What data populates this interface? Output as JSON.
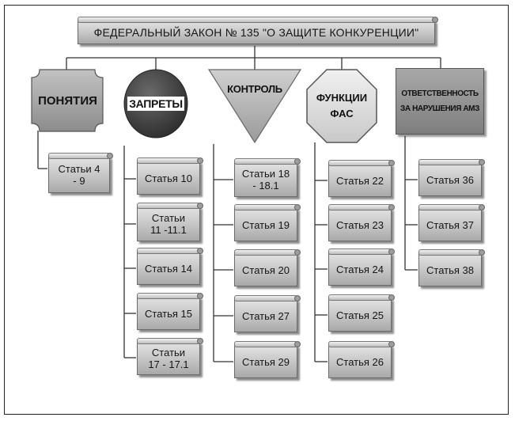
{
  "title": "ФЕДЕРАЛЬНЫЙ ЗАКОН № 135 \"О ЗАЩИТЕ КОНКУРЕНЦИИ\"",
  "categories": [
    {
      "label": "ПОНЯТИЯ",
      "shape": "octagon-notched",
      "articles": [
        "Статьи 4 - 9"
      ]
    },
    {
      "label": "ЗАПРЕТЫ",
      "shape": "circle",
      "articles": [
        "Статья 10",
        "Статьи 11 -11.1",
        "Статья 14",
        "Статья 15",
        "Статьи 17 - 17.1"
      ]
    },
    {
      "label": "КОНТРОЛЬ",
      "shape": "triangle-down",
      "articles": [
        "Статьи 18 - 18.1",
        "Статья 19",
        "Статья 20",
        "Статья 27",
        "Статья 29"
      ]
    },
    {
      "label_line1": "ФУНКЦИИ",
      "label_line2": "ФАС",
      "shape": "octagon",
      "articles": [
        "Статья 22",
        "Статья 23",
        "Статья 24",
        "Статья 25",
        "Статья 26"
      ]
    },
    {
      "label_line1": "ОТВЕТСТВЕННОСТЬ",
      "label_line2": "ЗА НАРУШЕНИЯ АМЗ",
      "shape": "rectangle",
      "articles": [
        "Статья 36",
        "Статья 37",
        "Статья 38"
      ]
    }
  ]
}
